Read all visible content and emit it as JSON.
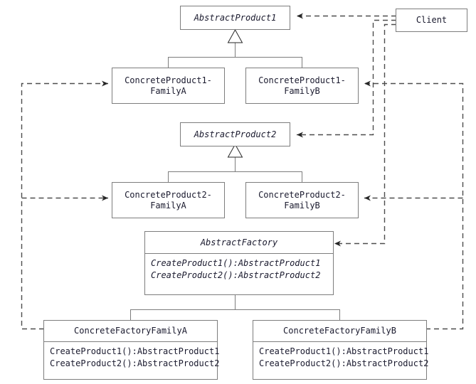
{
  "diagram": {
    "title": "Abstract Factory Pattern Class Diagram",
    "type": "uml-class-diagram",
    "colors": {
      "box_border": "#7d7d7d",
      "box_fill": "#ffffff",
      "text": "#1a1a2e",
      "relation_line": "#4d4d4d",
      "inheritance_line": "#7d7d7d",
      "canvas": "#ffffff"
    },
    "classes": [
      {
        "id": "abstract-product-1",
        "name": "AbstractProduct1",
        "stereotype": "abstract",
        "italic": true,
        "methods": []
      },
      {
        "id": "concrete-product-1-family-a",
        "name": "ConcreteProduct1-\nFamilyA",
        "stereotype": "concrete",
        "italic": false,
        "methods": []
      },
      {
        "id": "concrete-product-1-family-b",
        "name": "ConcreteProduct1-\nFamilyB",
        "stereotype": "concrete",
        "italic": false,
        "methods": []
      },
      {
        "id": "abstract-product-2",
        "name": "AbstractProduct2",
        "stereotype": "abstract",
        "italic": true,
        "methods": []
      },
      {
        "id": "concrete-product-2-family-a",
        "name": "ConcreteProduct2-\nFamilyA",
        "stereotype": "concrete",
        "italic": false,
        "methods": []
      },
      {
        "id": "concrete-product-2-family-b",
        "name": "ConcreteProduct2-\nFamilyB",
        "stereotype": "concrete",
        "italic": false,
        "methods": []
      },
      {
        "id": "abstract-factory",
        "name": "AbstractFactory",
        "stereotype": "abstract",
        "italic": true,
        "methods": [
          "CreateProduct1():AbstractProduct1",
          "CreateProduct2():AbstractProduct2"
        ]
      },
      {
        "id": "concrete-factory-family-a",
        "name": "ConcreteFactoryFamilyA",
        "stereotype": "concrete",
        "italic": false,
        "methods": [
          "CreateProduct1():AbstractProduct1",
          "CreateProduct2():AbstractProduct2"
        ]
      },
      {
        "id": "concrete-factory-family-b",
        "name": "ConcreteFactoryFamilyB",
        "stereotype": "concrete",
        "italic": false,
        "methods": [
          "CreateProduct1():AbstractProduct1",
          "CreateProduct2():AbstractProduct2"
        ]
      },
      {
        "id": "client",
        "name": "Client",
        "stereotype": "concrete",
        "italic": false,
        "methods": []
      }
    ],
    "relations": [
      {
        "kind": "generalization",
        "from": "ConcreteProduct1-FamilyA",
        "to": "AbstractProduct1"
      },
      {
        "kind": "generalization",
        "from": "ConcreteProduct1-FamilyB",
        "to": "AbstractProduct1"
      },
      {
        "kind": "generalization",
        "from": "ConcreteProduct2-FamilyA",
        "to": "AbstractProduct2"
      },
      {
        "kind": "generalization",
        "from": "ConcreteProduct2-FamilyB",
        "to": "AbstractProduct2"
      },
      {
        "kind": "generalization",
        "from": "ConcreteFactoryFamilyA",
        "to": "AbstractFactory"
      },
      {
        "kind": "generalization",
        "from": "ConcreteFactoryFamilyB",
        "to": "AbstractFactory"
      },
      {
        "kind": "dependency",
        "from": "Client",
        "to": "AbstractProduct1"
      },
      {
        "kind": "dependency",
        "from": "Client",
        "to": "AbstractProduct2"
      },
      {
        "kind": "dependency",
        "from": "Client",
        "to": "AbstractFactory"
      },
      {
        "kind": "dependency",
        "from": "ConcreteFactoryFamilyA",
        "to": "ConcreteProduct1-FamilyA"
      },
      {
        "kind": "dependency",
        "from": "ConcreteFactoryFamilyA",
        "to": "ConcreteProduct2-FamilyA"
      },
      {
        "kind": "dependency",
        "from": "ConcreteFactoryFamilyB",
        "to": "ConcreteProduct1-FamilyB"
      },
      {
        "kind": "dependency",
        "from": "ConcreteFactoryFamilyB",
        "to": "ConcreteProduct2-FamilyB"
      }
    ]
  }
}
